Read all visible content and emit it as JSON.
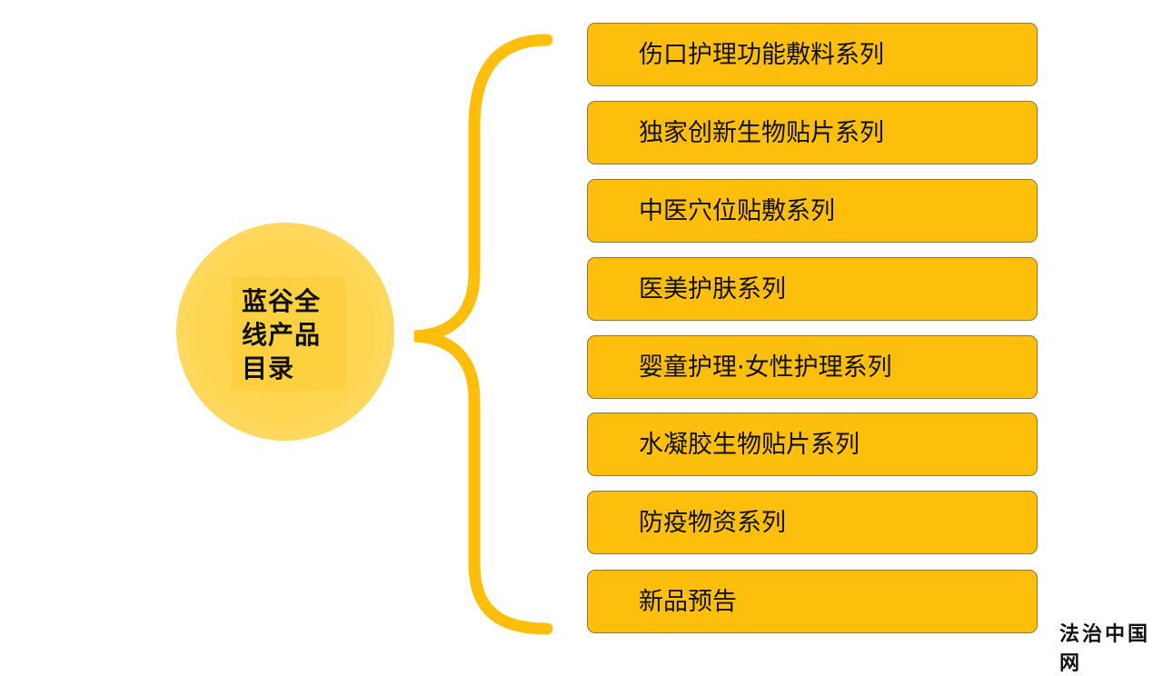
{
  "center": {
    "title": "蓝谷全线产品目录"
  },
  "items": [
    {
      "label": "伤口护理功能敷料系列"
    },
    {
      "label": "独家创新生物贴片系列"
    },
    {
      "label": "中医穴位贴敷系列"
    },
    {
      "label": "医美护肤系列"
    },
    {
      "label": "婴童护理·女性护理系列"
    },
    {
      "label": "水凝胶生物贴片系列"
    },
    {
      "label": "防疫物资系列"
    },
    {
      "label": "新品预告"
    }
  ],
  "watermark": "法治中国网",
  "colors": {
    "accent": "#fdbf0b",
    "circle": "#fed34a"
  }
}
